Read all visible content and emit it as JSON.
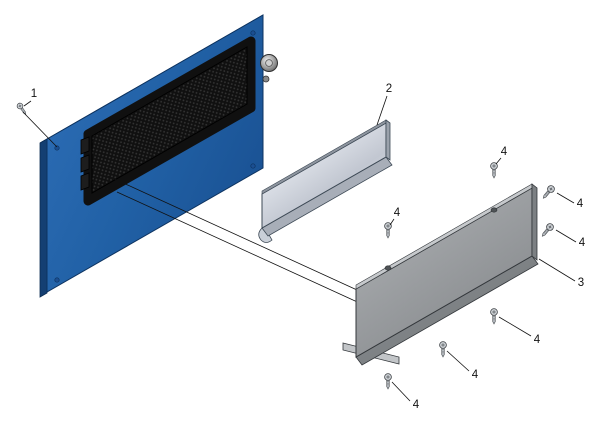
{
  "callouts": {
    "part1": "1",
    "part2": "2",
    "part3": "3",
    "part4": "4"
  },
  "colors": {
    "background": "#ffffff",
    "line_color": "#111111",
    "panel_blue": "#2463a8",
    "panel_edge": "#143f72",
    "grille_black": "#101010",
    "bracket_silver": "#d7dbe2",
    "bracket_gray": "#989c9f"
  }
}
